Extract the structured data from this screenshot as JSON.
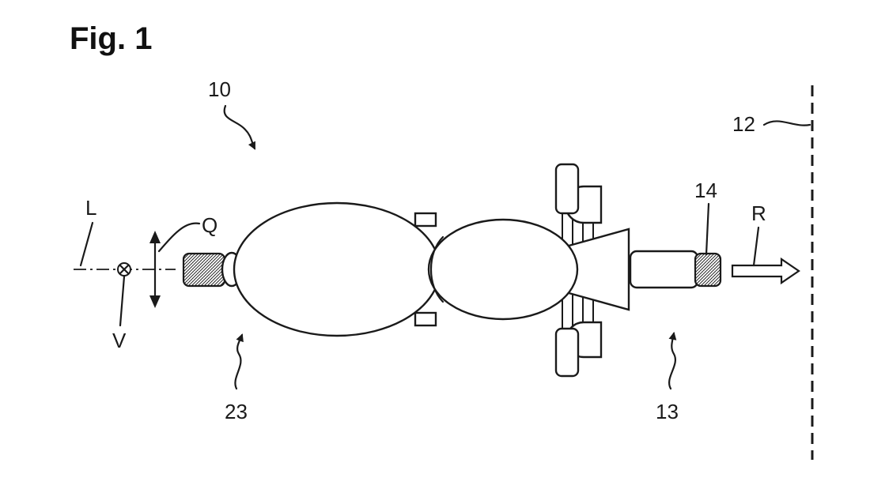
{
  "figure": {
    "title": "Fig. 1",
    "labels": {
      "vehicle": "10",
      "boundary": "12",
      "front": "13",
      "front_wheel": "14",
      "rear": "23",
      "axis_l": "L",
      "axis_q": "Q",
      "axis_v": "V",
      "direction_r": "R"
    }
  }
}
